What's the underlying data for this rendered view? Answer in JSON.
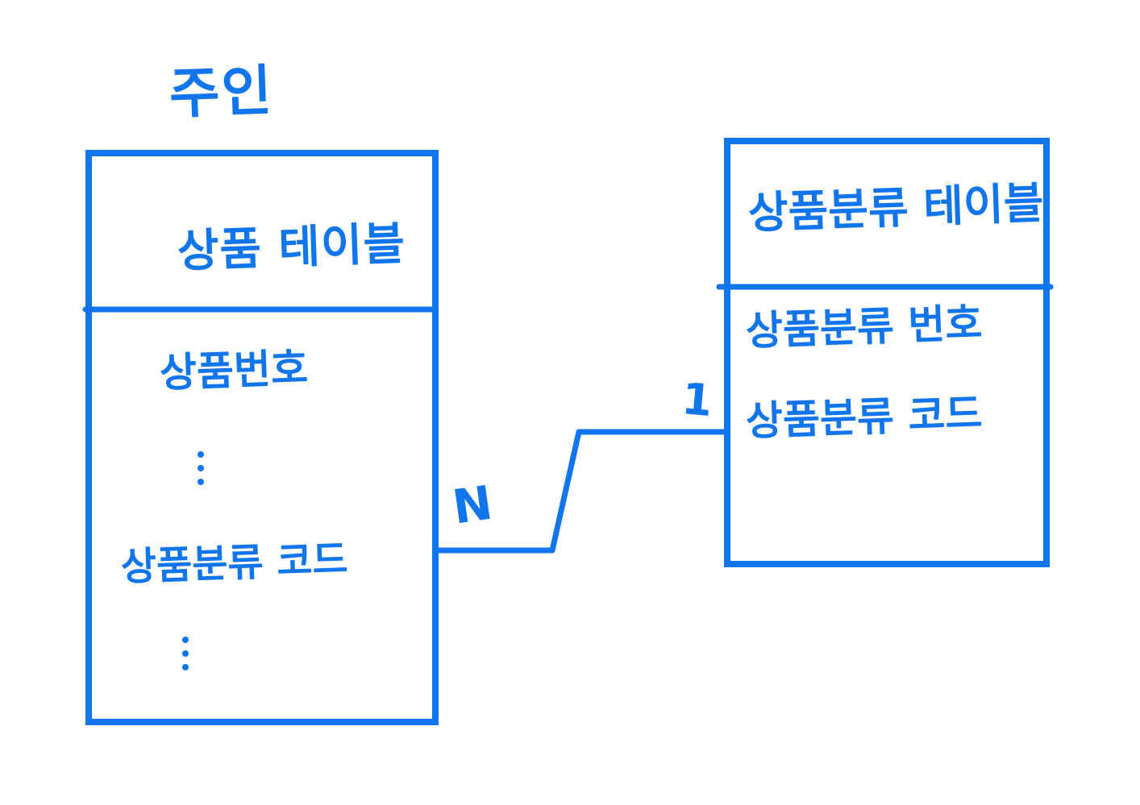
{
  "diagram": {
    "color": "#1176ee",
    "main_entity": {
      "label": "주인",
      "table_title": "상품 테이블",
      "attributes": [
        "상품번호",
        "상품분류 코드"
      ]
    },
    "related_entity": {
      "table_title": "상품분류 테이블",
      "attributes": [
        "상품분류 번호",
        "상품분류 코드"
      ]
    },
    "relationship": {
      "left_cardinality": "N",
      "right_cardinality": "1"
    }
  }
}
